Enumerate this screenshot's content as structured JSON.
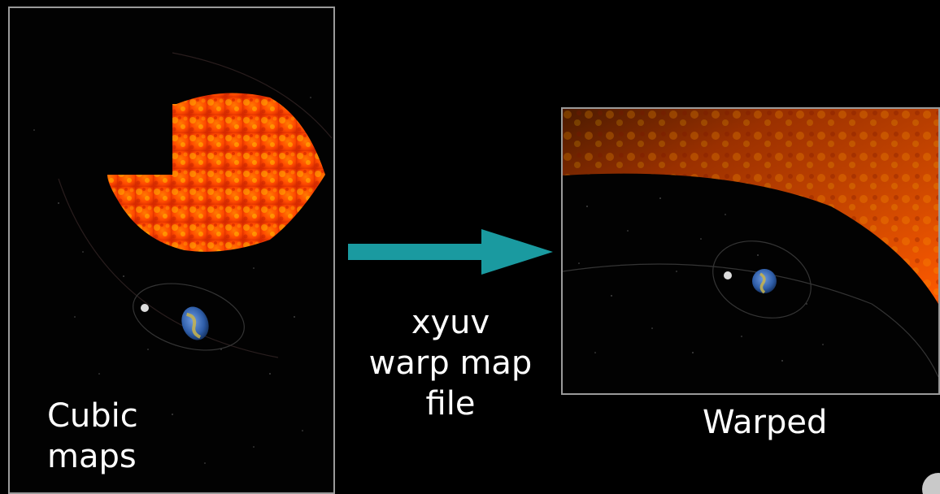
{
  "labels": {
    "left": "Cubic\nmaps",
    "middle": "xyuv\nwarp map\nfile",
    "right": "Warped"
  },
  "colors": {
    "background": "#000000",
    "frame": "#9a9a9a",
    "arrow": "#1a9aa0",
    "sun_core": "#ff5a00",
    "sun_dark": "#b81a00",
    "sun_bright": "#ffc400",
    "earth_blue": "#3e6fb3",
    "earth_land": "#c9b44a",
    "moon": "#dddddd",
    "orbit": "#5a5a5a"
  }
}
